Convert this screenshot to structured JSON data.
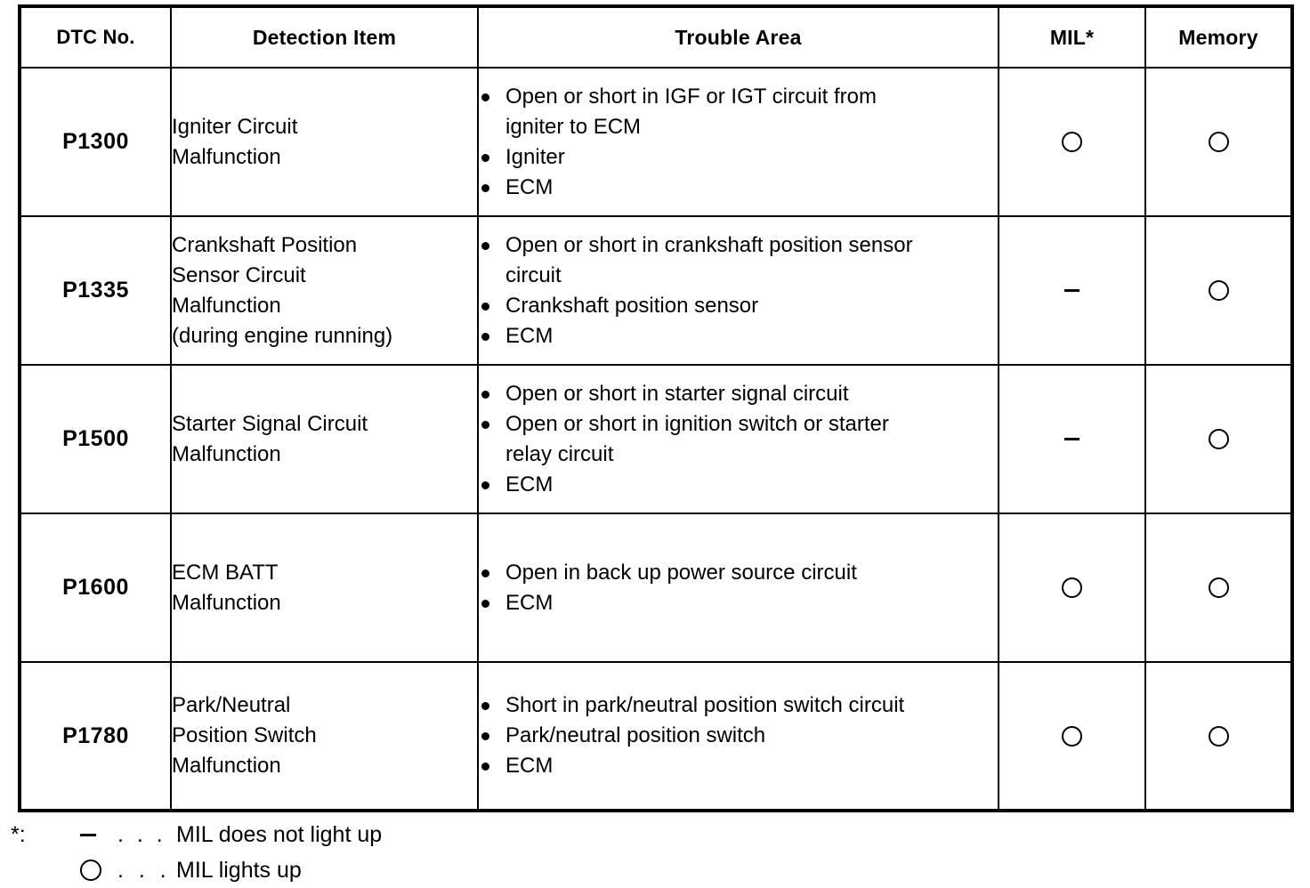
{
  "table": {
    "headers": {
      "dtc_no": "DTC No.",
      "detection_item": "Detection Item",
      "trouble_area": "Trouble Area",
      "mil": "MIL*",
      "memory": "Memory"
    },
    "rows": [
      {
        "dtc_no": "P1300",
        "detection_item": [
          "Igniter Circuit",
          "Malfunction"
        ],
        "trouble_area": [
          [
            "Open or short in IGF or IGT circuit from",
            "igniter to ECM"
          ],
          [
            "Igniter"
          ],
          [
            "ECM"
          ]
        ],
        "mil": "circle",
        "memory": "circle"
      },
      {
        "dtc_no": "P1335",
        "detection_item": [
          "Crankshaft Position",
          "Sensor Circuit",
          "Malfunction",
          "(during engine running)"
        ],
        "trouble_area": [
          [
            "Open or short in crankshaft position sensor",
            "circuit"
          ],
          [
            "Crankshaft position sensor"
          ],
          [
            "ECM"
          ]
        ],
        "mil": "dash",
        "memory": "circle"
      },
      {
        "dtc_no": "P1500",
        "detection_item": [
          "Starter Signal Circuit",
          "Malfunction"
        ],
        "trouble_area": [
          [
            "Open or short in starter signal circuit"
          ],
          [
            "Open or short in ignition switch or starter",
            "relay circuit"
          ],
          [
            "ECM"
          ]
        ],
        "mil": "dash",
        "memory": "circle"
      },
      {
        "dtc_no": "P1600",
        "detection_item": [
          "ECM BATT",
          "Malfunction"
        ],
        "trouble_area": [
          [
            "Open in back up power source circuit"
          ],
          [
            "ECM"
          ]
        ],
        "mil": "circle",
        "memory": "circle"
      },
      {
        "dtc_no": "P1780",
        "detection_item": [
          "Park/Neutral",
          "Position Switch",
          "Malfunction"
        ],
        "trouble_area": [
          [
            "Short in park/neutral position switch circuit"
          ],
          [
            "Park/neutral position switch"
          ],
          [
            "ECM"
          ]
        ],
        "mil": "circle",
        "memory": "circle"
      }
    ]
  },
  "footnote": {
    "marker": "*:",
    "lines": [
      {
        "symbol": "dash",
        "dots": ". . . .",
        "text": "MIL does not light up"
      },
      {
        "symbol": "circle",
        "dots": ". . .",
        "text": "MIL lights up"
      }
    ]
  },
  "colors": {
    "ink": "#000000",
    "paper": "#ffffff"
  }
}
